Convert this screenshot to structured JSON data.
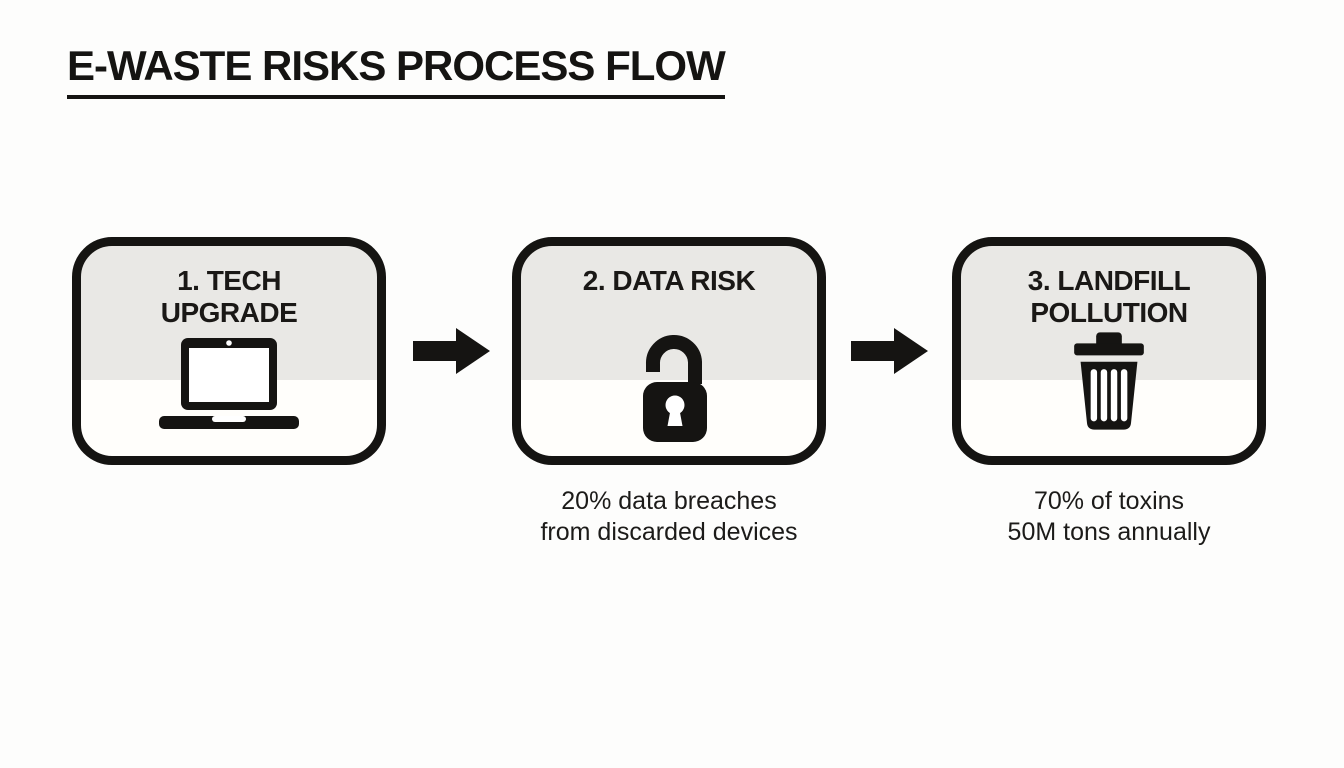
{
  "header": {
    "title": "E-WASTE RISKS PROCESS FLOW"
  },
  "colors": {
    "ink": "#151412",
    "panel_gray": "#e9e8e5",
    "panel_white": "#fffefb",
    "background": "#fdfdfc"
  },
  "steps": [
    {
      "title_lines": [
        "1. TECH",
        "UPGRADE"
      ],
      "icon": "laptop-icon",
      "caption_lines": []
    },
    {
      "title_lines": [
        "2. DATA RISK"
      ],
      "icon": "lock-open-icon",
      "caption_lines": [
        "20% data breaches",
        "from discarded devices"
      ]
    },
    {
      "title_lines": [
        "3. LANDFILL",
        "POLLUTION"
      ],
      "icon": "trash-icon",
      "caption_lines": [
        "70% of toxins",
        "50M tons annually"
      ]
    }
  ],
  "connectors": [
    {
      "icon": "arrow-right-icon"
    },
    {
      "icon": "arrow-right-icon"
    }
  ]
}
